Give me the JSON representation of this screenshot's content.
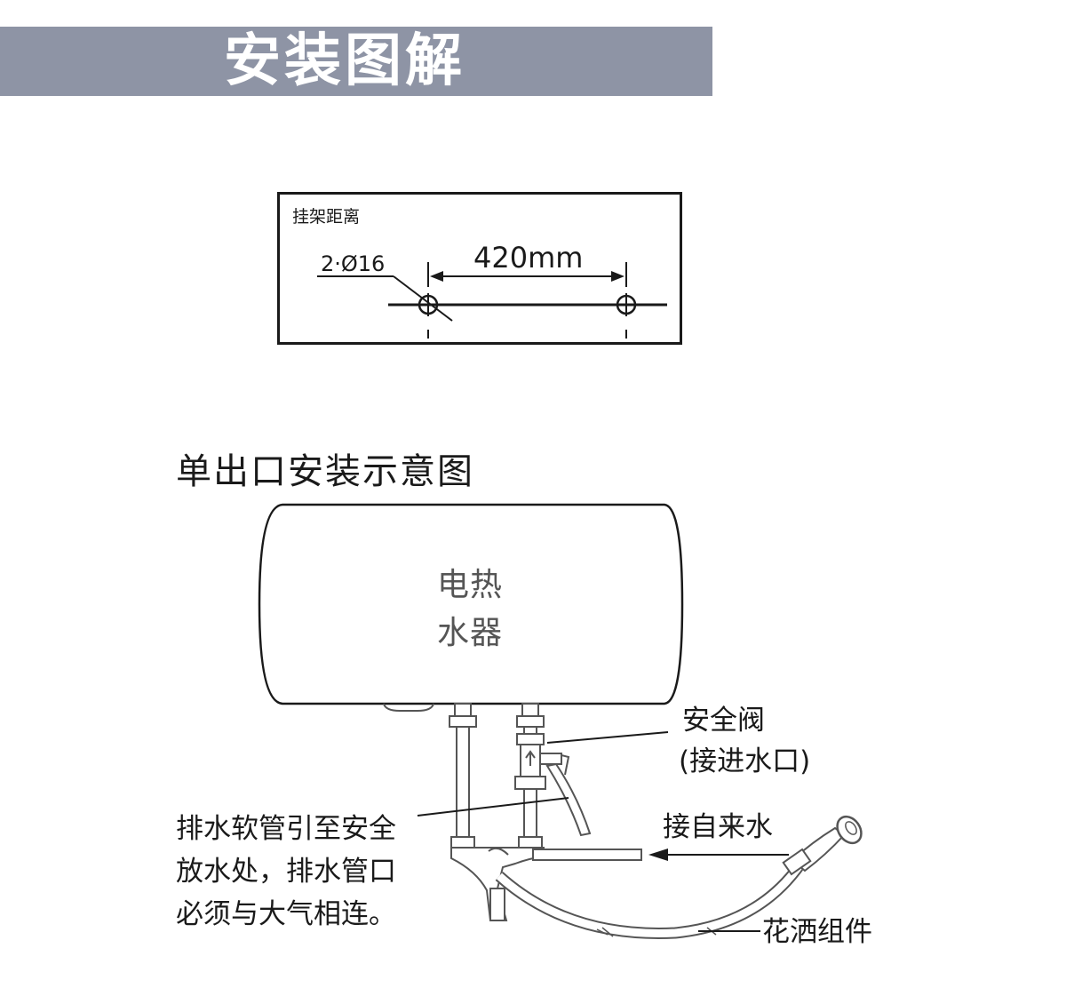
{
  "banner": {
    "title": "安装图解",
    "color": "#8e94a5"
  },
  "bracket": {
    "title": "挂架距离",
    "hole_label": "2·Ø16",
    "distance_label": "420mm"
  },
  "section": {
    "title": "单出口安装示意图"
  },
  "heater": {
    "label": "电热\n水器"
  },
  "labels": {
    "safety_valve": "安全阀",
    "safety_valve_sub": "(接进水口)",
    "tap_water": "接自来水",
    "shower": "花洒组件",
    "drain_line1": "排水软管引至安全",
    "drain_line2": "放水处，排水管口",
    "drain_line3": "必须与大气相连。"
  },
  "colors": {
    "line": "#1a1a1a",
    "pipe": "#555555"
  },
  "icons": [
    "mounting-hole-icon",
    "shower-head-icon",
    "safety-valve-icon",
    "mixing-valve-icon"
  ]
}
